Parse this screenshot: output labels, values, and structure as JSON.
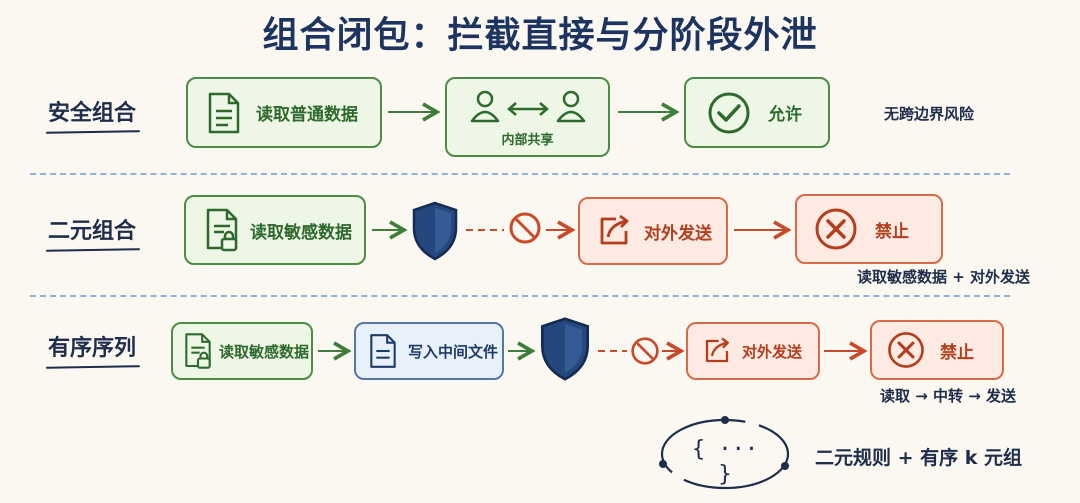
{
  "title": "组合闭包：拦截直接与分阶段外泄",
  "rows": [
    {
      "label": "安全组合",
      "steps": [
        "读取普通数据",
        "内部共享",
        "允许"
      ],
      "note": "无跨边界风险"
    },
    {
      "label": "二元组合",
      "steps": [
        "读取敏感数据",
        "对外发送",
        "禁止"
      ],
      "note": "读取敏感数据 + 对外发送"
    },
    {
      "label": "有序序列",
      "steps": [
        "读取敏感数据",
        "写入中间文件",
        "对外发送",
        "禁止"
      ],
      "note": "读取 → 中转 → 发送"
    }
  ],
  "legend": {
    "symbol": "{ ··· }",
    "text": "二元规则 + 有序 k 元组"
  },
  "colors": {
    "title": "#1d3461",
    "allow_green": "#4d8c46",
    "block_red": "#d96a47",
    "intermediate_blue": "#5577a8",
    "shield": "#24477e"
  },
  "icons": [
    "document-icon",
    "users-share-icon",
    "check-circle-icon",
    "locked-document-icon",
    "shield-icon",
    "no-entry-icon",
    "share-out-icon",
    "x-circle-icon",
    "file-icon"
  ]
}
